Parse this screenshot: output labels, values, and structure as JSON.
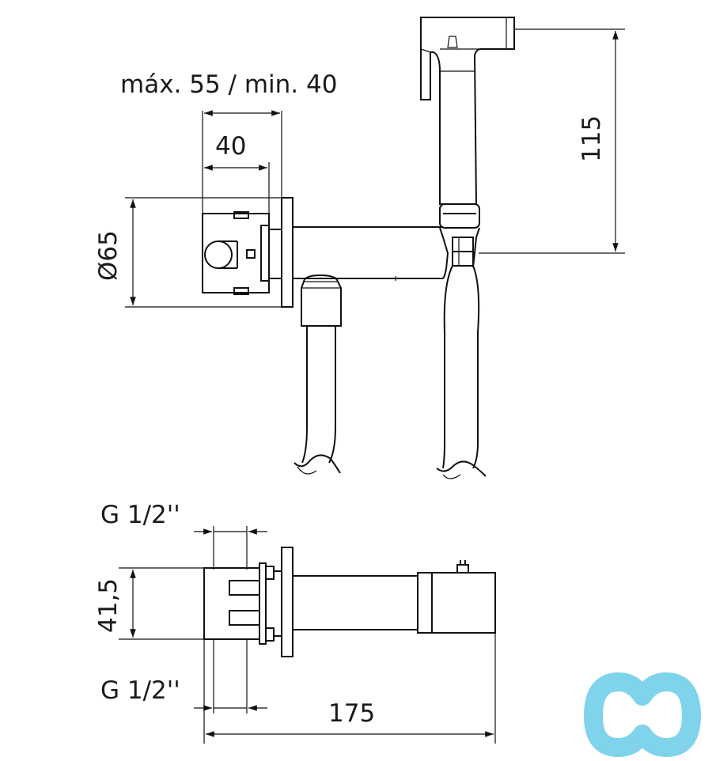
{
  "drawing": {
    "labels": {
      "depth_range": "máx. 55 / min. 40",
      "box_depth": "40",
      "flange_diameter": "Ø65",
      "spray_height": "115",
      "inlet_top": "G 1/2''",
      "box_width": "41,5",
      "inlet_bottom": "G 1/2''",
      "total_length": "175"
    }
  },
  "watermark": {
    "color": "#7fd3ea"
  }
}
